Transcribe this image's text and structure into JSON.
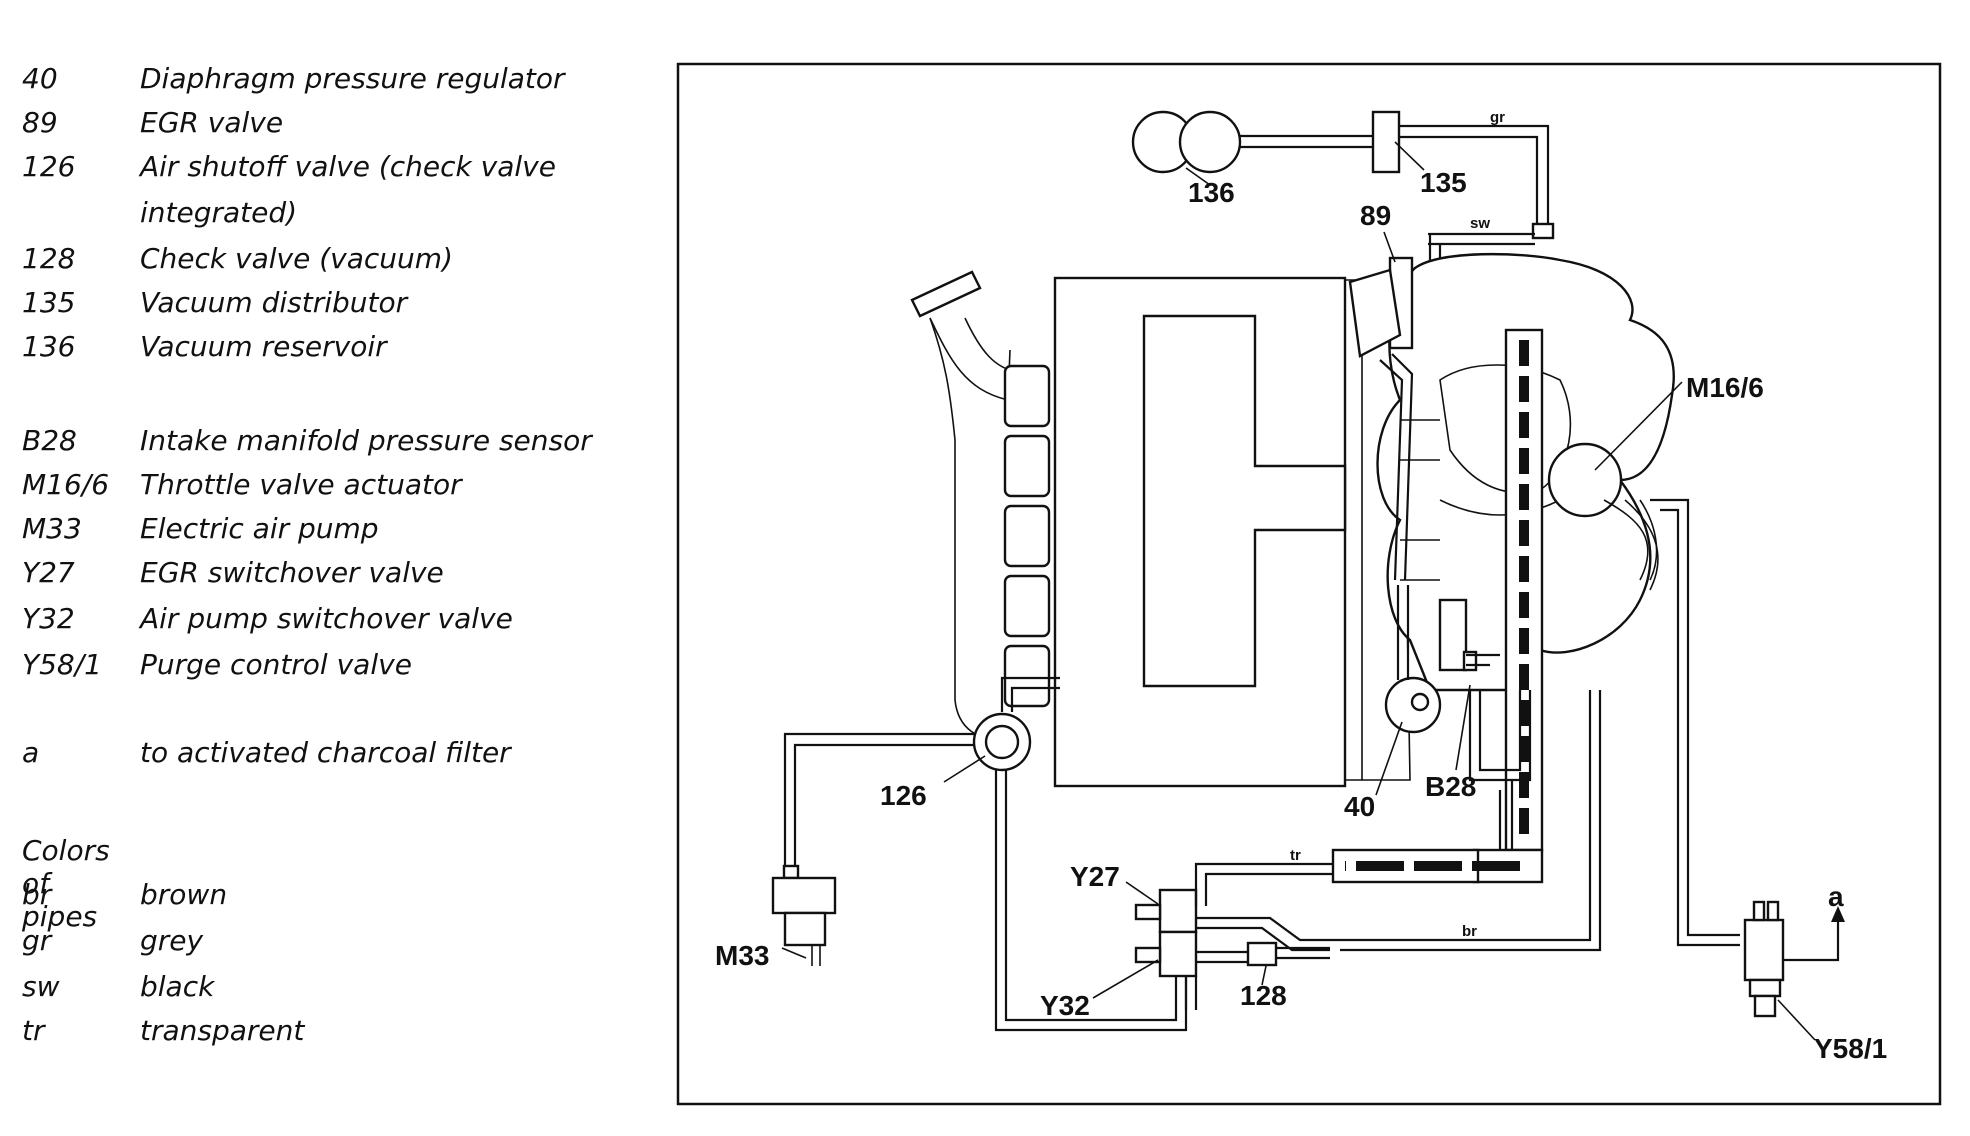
{
  "legend": {
    "components_a": [
      {
        "code": "40",
        "desc": "Diaphragm pressure regulator"
      },
      {
        "code": "89",
        "desc": "EGR valve"
      },
      {
        "code": "126",
        "desc": "Air shutoff valve (check valve",
        "desc2": "integrated)"
      },
      {
        "code": "128",
        "desc": "Check valve (vacuum)"
      },
      {
        "code": "135",
        "desc": "Vacuum distributor"
      },
      {
        "code": "136",
        "desc": "Vacuum reservoir"
      }
    ],
    "components_b": [
      {
        "code": "B28",
        "desc": "Intake manifold pressure sensor"
      },
      {
        "code": "M16/6",
        "desc": "Throttle valve actuator"
      },
      {
        "code": "M33",
        "desc": "Electric air pump"
      },
      {
        "code": "Y27",
        "desc": "EGR switchover valve"
      },
      {
        "code": "Y32",
        "desc": "Air pump switchover valve"
      },
      {
        "code": "Y58/1",
        "desc": "Purge control valve"
      }
    ],
    "note": {
      "code": "a",
      "desc": "to activated charcoal filter"
    },
    "pipe_colors_heading": "Colors of pipes",
    "pipe_colors": [
      {
        "code": "br",
        "desc": "brown"
      },
      {
        "code": "gr",
        "desc": "grey"
      },
      {
        "code": "sw",
        "desc": "black"
      },
      {
        "code": "tr",
        "desc": "transparent"
      }
    ]
  },
  "diagram": {
    "labels": {
      "l136": "136",
      "l135": "135",
      "l89": "89",
      "lM16": "M16/6",
      "l126": "126",
      "l40": "40",
      "lB28": "B28",
      "lY27": "Y27",
      "lM33": "M33",
      "lY32": "Y32",
      "l128": "128",
      "la": "a",
      "lY58": "Y58/1"
    },
    "pipe_labels": {
      "gr": "gr",
      "sw": "sw",
      "tr": "tr",
      "br": "br"
    }
  }
}
